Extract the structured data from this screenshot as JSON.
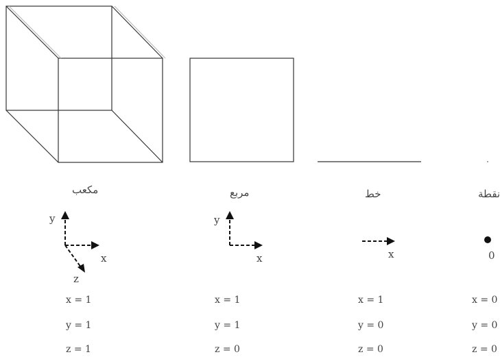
{
  "columns": [
    {
      "name": "cube",
      "title": "مكعب",
      "axes": [
        "x",
        "y",
        "z"
      ],
      "equations": [
        "x = 1",
        "y = 1",
        "z = 1"
      ]
    },
    {
      "name": "square",
      "title": "مربع",
      "axes": [
        "x",
        "y"
      ],
      "equations": [
        "x = 1",
        "y = 1",
        "z = 0"
      ]
    },
    {
      "name": "line",
      "title": "خط",
      "axes": [
        "x"
      ],
      "equations": [
        "x = 1",
        "y = 0",
        "z = 0"
      ]
    },
    {
      "name": "point",
      "title": "نقطة",
      "axes": [
        "0"
      ],
      "equations": [
        "x = 0",
        "y = 0",
        "z = 0"
      ]
    }
  ],
  "colors": {
    "stroke": "#333333",
    "text": "#444444"
  }
}
